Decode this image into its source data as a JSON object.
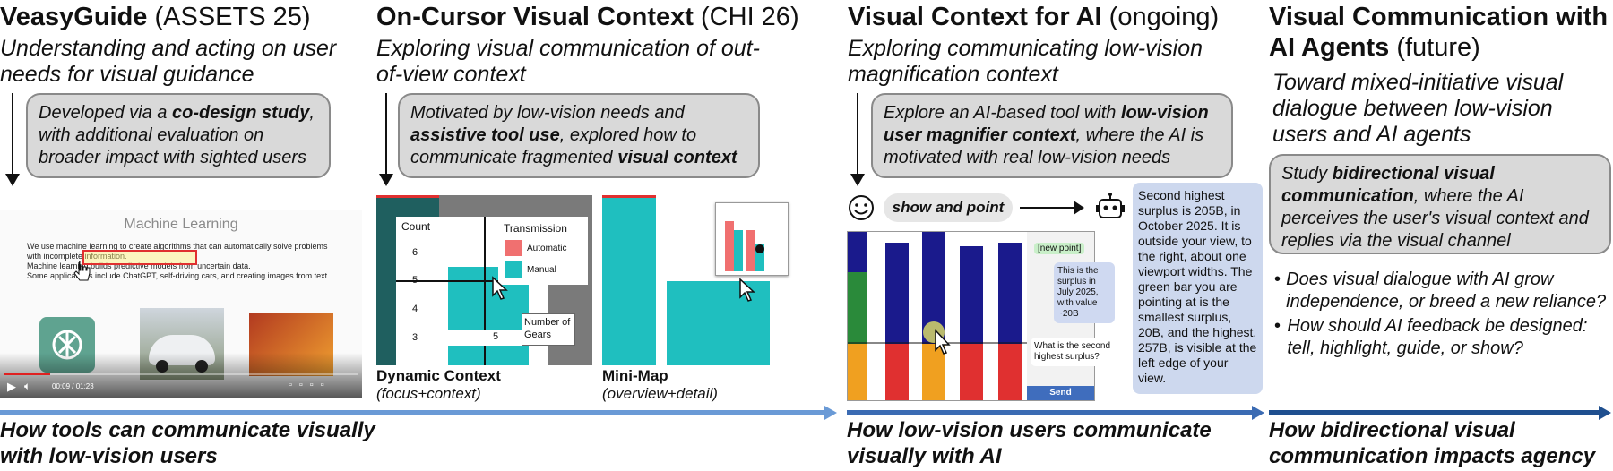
{
  "col1": {
    "title_bold": "VeasyGuide",
    "title_tag": " (ASSETS 25)",
    "subtitle": "Understanding and acting on user needs for visual guidance",
    "bubble": {
      "t1": "Developed via a ",
      "b1": "co-design study",
      "t2": ", with additional evaluation on broader impact with sighted users"
    },
    "slide_title": "Machine Learning",
    "bullets": [
      "We use machine learning to create algorithms that can automatically solve problems with incomplete information.",
      "Machine learning builds predictive models from uncertain data.",
      "Some applications include ChatGPT, self-driving cars, and creating images from text."
    ],
    "video_time": "00:09 / 01:23",
    "bottom": "How tools can communicate visually with low-vision users"
  },
  "col2": {
    "title_bold": "On-Cursor Visual Context",
    "title_tag": " (CHI 26)",
    "subtitle": "Exploring visual communication of out-of-view context",
    "bubble": {
      "t1": "Motivated by low-vision needs and ",
      "b1": "assistive tool use",
      "t2": ", explored how to communicate fragmented ",
      "b2": "visual context"
    },
    "chart_labels": {
      "count": "Count",
      "legend_title": "Transmission",
      "auto": "Automatic",
      "manual": "Manual",
      "ticks": [
        "6",
        "5",
        "4",
        "3"
      ],
      "xtick": "5",
      "gears": "Number of Gears"
    },
    "cap1_name": "Dynamic Context",
    "cap1_desc": "(focus+context)",
    "cap2_name": "Mini-Map",
    "cap2_desc": "(overview+detail)"
  },
  "col3": {
    "title_bold": "Visual Context for AI",
    "title_tag": " (ongoing)",
    "subtitle": "Exploring communicating low-vision magnification context",
    "bubble": {
      "t1": "Explore an AI-based tool with ",
      "b1": "low-vision user magnifier context",
      "t2": ", where the AI is motivated with real low-vision needs"
    },
    "show_point": "show and point",
    "chat_new_point": "[new point]",
    "chat_user_msg": "This is the surplus in July 2025, with value ~20B",
    "chat_question": "What is the second highest surplus?",
    "chat_send": "Send",
    "ai_reply": "Second highest surplus is 205B, in October 2025. It is outside your view, to the right, about one viewport widths. The green bar you are pointing at is the smallest surplus, 20B, and the highest, 257B, is visible at the left edge of your view.",
    "bottom": "How low-vision users communicate visually with AI"
  },
  "col4": {
    "title_bold": "Visual Communication with AI Agents",
    "title_tag": " (future)",
    "subtitle": "Toward mixed-initiative visual dialogue between low-vision users and AI agents",
    "bubble": {
      "t1": "Study ",
      "b1": "bidirectional visual communication",
      "t2": ", where the AI perceives the user's visual context and replies via the visual channel"
    },
    "questions": [
      "Does visual dialogue with AI grow independence, or breed a new reliance?",
      "How should AI feedback be designed: tell, highlight, guide, or show?"
    ],
    "bottom": "How bidirectional visual communication impacts agency"
  },
  "colors": {
    "arrow_light": "#6a9ad6",
    "arrow_mid": "#3b6bb3",
    "arrow_dark": "#1f4f8f",
    "bubble": "#d9d9d9"
  }
}
